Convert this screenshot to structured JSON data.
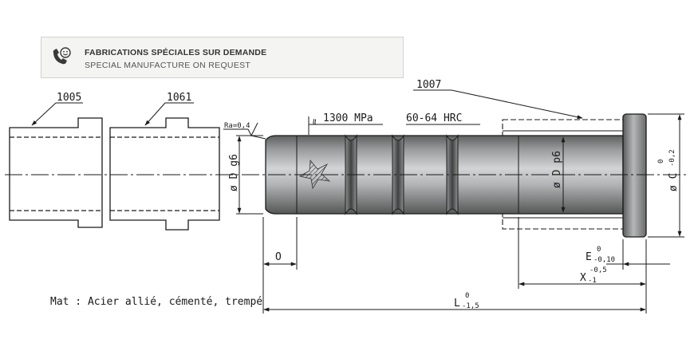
{
  "banner": {
    "icon": "phone-smiley-icon",
    "line1": "FABRICATIONS SPÉCIALES SUR DEMANDE",
    "line2": "SPECIAL MANUFACTURE ON REQUEST"
  },
  "references": {
    "bushing_a": "1005",
    "bushing_b": "1061",
    "bushing_c": "1007"
  },
  "annotations": {
    "roughness": "Ra=0,4",
    "tensile": "1300 MPa",
    "approx_symbol": "≈",
    "hardness": "60-64 HRC",
    "material": "Mat : Acier allié, cémenté, trempé"
  },
  "dimensions": {
    "dia_d_g6": "ø D g6",
    "dia_d_p6": "ø D p6",
    "dia_c": "ø C",
    "dia_c_tol_upper": "0",
    "dia_c_tol_lower": "-0,2",
    "o_dim": "O",
    "e_dim": "E",
    "e_tol_upper": "0",
    "e_tol_lower": "-0,10",
    "x_dim": "X",
    "x_tol_upper": "-0,5",
    "x_tol_lower": "-1",
    "l_dim": "L",
    "l_tol_upper": "0",
    "l_tol_lower": "-1,5"
  },
  "colors": {
    "steel_dark": "#6e7070",
    "steel_light": "#c9cbcc",
    "line": "#1a1a1a",
    "banner_bg": "#f4f4f2"
  }
}
